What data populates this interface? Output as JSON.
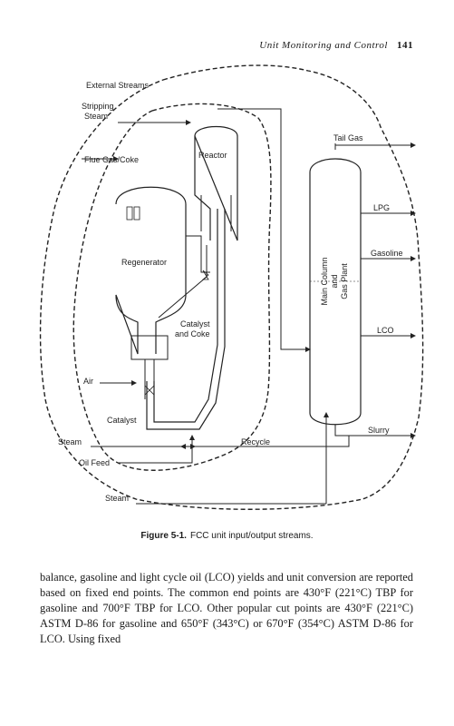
{
  "header": {
    "running_title": "Unit Monitoring and Control",
    "page_number": "141"
  },
  "figure": {
    "labels": {
      "external_streams": "External Streams",
      "stripping": "Stripping",
      "steam_top": "Steam",
      "flue_gas_coke": "Flue Gas/Coke",
      "reactor": "Reactor",
      "regenerator": "Regenerator",
      "catalyst_and": "Catalyst",
      "and_coke": "and Coke",
      "air": "Air",
      "catalyst": "Catalyst",
      "steam_left": "Steam",
      "recycle": "Recycle",
      "oil_feed": "Oil Feed",
      "steam_bottom": "Steam",
      "tail_gas": "Tail Gas",
      "lpg": "LPG",
      "gasoline": "Gasoline",
      "lco": "LCO",
      "slurry": "Slurry",
      "main_column_1": "Main Column",
      "main_column_2": "and",
      "main_column_3": "Gas Plant"
    },
    "caption_label": "Figure 5-1.",
    "caption_text": "FCC unit input/output streams."
  },
  "body": {
    "paragraph": "balance, gasoline and light cycle oil (LCO) yields and unit conversion are reported based on fixed end points. The common end points are 430°F (221°C) TBP for gasoline and 700°F TBP for LCO. Other popular cut points are 430°F (221°C) ASTM D-86 for gasoline and 650°F (343°C) or 670°F (354°C) ASTM D-86 for LCO. Using fixed"
  }
}
